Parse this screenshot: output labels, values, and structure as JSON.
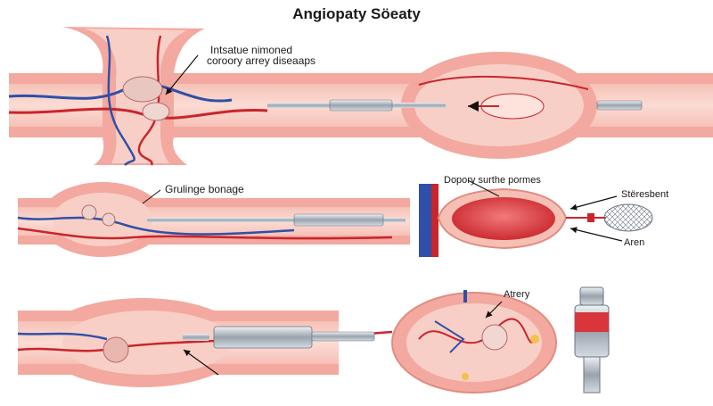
{
  "title": "Angiopaty Söeaty",
  "labels": {
    "top_line1": "Intsatue nimoned",
    "top_line2": "coroory arrey diseaaps",
    "mid_left": "Grulinge bonage",
    "mid_center": "Dopory surthe pormes",
    "mid_right_top": "Stëresbent",
    "mid_right_bottom": "Aren",
    "bottom_right": "Atrery"
  },
  "colors": {
    "vessel_wall": "#f3a99f",
    "vessel_lumen": "#f8cfc6",
    "vein": "#2f4fa8",
    "artery": "#c9252b",
    "balloon": "#d8353c",
    "catheter": "#9aa3ad"
  },
  "icons": [
    "catheter-icon",
    "balloon-icon",
    "stent-icon",
    "arrow-icon"
  ]
}
